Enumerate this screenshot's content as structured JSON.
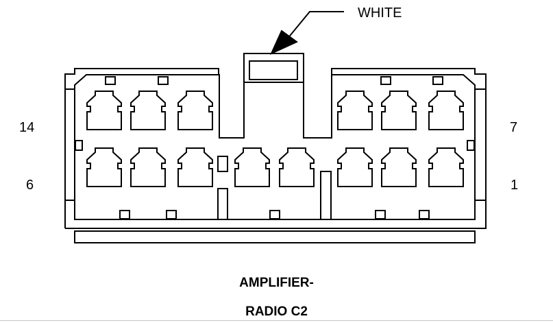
{
  "connector": {
    "color_label": "WHITE",
    "pin_labels": {
      "top_left": "14",
      "bottom_left": "6",
      "top_right": "7",
      "bottom_right": "1"
    },
    "title_line1": "AMPLIFIER-",
    "title_line2": "RADIO C2"
  },
  "colors": {
    "line": "#000000",
    "background": "#ffffff"
  }
}
